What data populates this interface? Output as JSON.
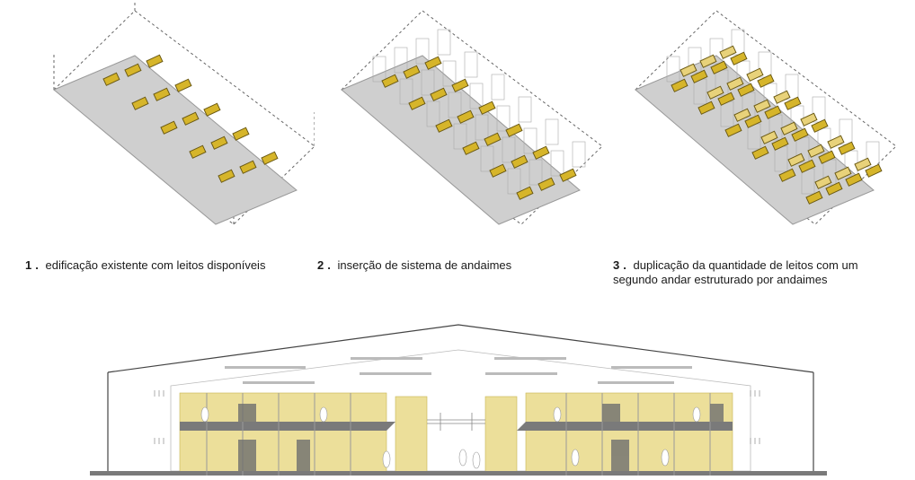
{
  "diagrams": [
    {
      "number": "1",
      "separator": ".",
      "caption": "edificação existente com leitos disponíveis"
    },
    {
      "number": "2",
      "separator": ".",
      "caption": "inserção de sistema de andaimes"
    },
    {
      "number": "3",
      "separator": ".",
      "caption": "duplicação da quantidade de leitos com um segundo andar estruturado por andaimes"
    }
  ],
  "colors": {
    "floor": "#cfcfcf",
    "bed": "#d6b52a",
    "bed_dark": "#6b5a14",
    "wall_yellow": "#ecdf9a",
    "scaffold": "#a9a9a9",
    "outline": "#555555"
  }
}
